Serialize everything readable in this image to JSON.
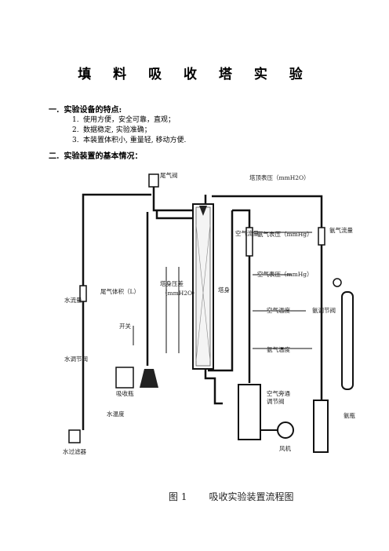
{
  "title": "填 料 吸 收 塔 实 验",
  "section1": {
    "num": "一.",
    "heading": "实验设备的特点:",
    "items": [
      {
        "n": "1.",
        "text": "使用方便，安全可靠，直观；"
      },
      {
        "n": "2.",
        "text": "数据稳定, 实验准确；"
      },
      {
        "n": "3.",
        "text": "本装置体积小, 重量轻, 移动方便."
      }
    ]
  },
  "section2": {
    "num": "二.",
    "heading": "实验装置的基本情况："
  },
  "diagram_labels": {
    "tail_valve": "尾气阀",
    "tower_top_pressure": "塔顶表压（mmH2O）",
    "ammonia_gauge": "氨气表压（mmHg）",
    "ammonia_flow": "氨气流量",
    "air_flow": "空气流量",
    "water_flow": "水流量",
    "tail_gas_volume": "尾气体积（L）",
    "tower_dp": "塔身压差",
    "tower_dp_unit": "（mmH2O）",
    "tower_body": "塔身",
    "air_pressure": "空气表压（mmHg）",
    "air_temp": "空气温度",
    "ammonia_temp": "氨气温度",
    "ammonia_valve": "氨调节阀",
    "switch": "开关",
    "water_valve": "水调节阀",
    "absorber_bottle": "吸收瓶",
    "water_temp": "水温度",
    "bypass_valve_1": "空气旁通",
    "bypass_valve_2": "调节阀",
    "blower": "风机",
    "ammonia_cylinder": "氨瓶",
    "water_filter": "水过滤器"
  },
  "caption": {
    "fig": "图 1",
    "text": "吸收实验装置流程图"
  }
}
